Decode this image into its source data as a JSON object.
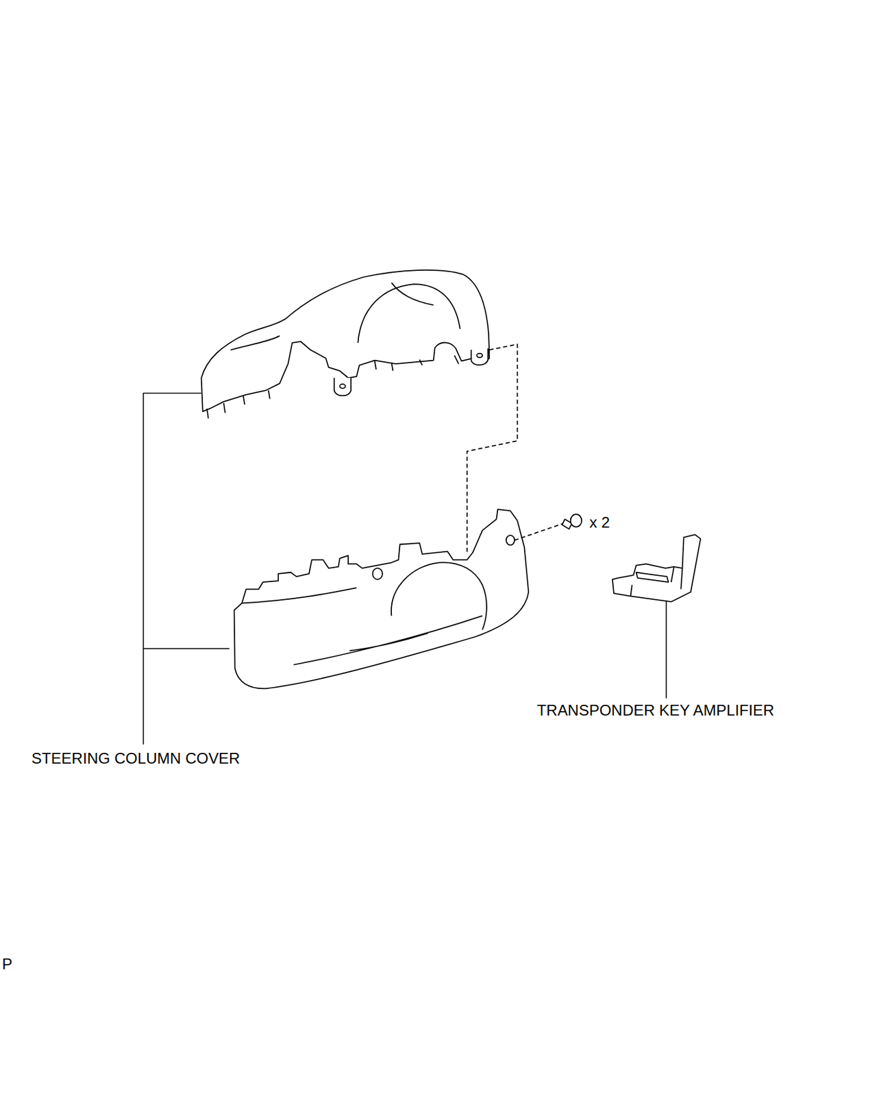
{
  "diagram": {
    "labels": [
      "STEERING COLUMN COVER",
      "TRANSPONDER KEY AMPLIFIER",
      "x 2",
      "P"
    ]
  }
}
